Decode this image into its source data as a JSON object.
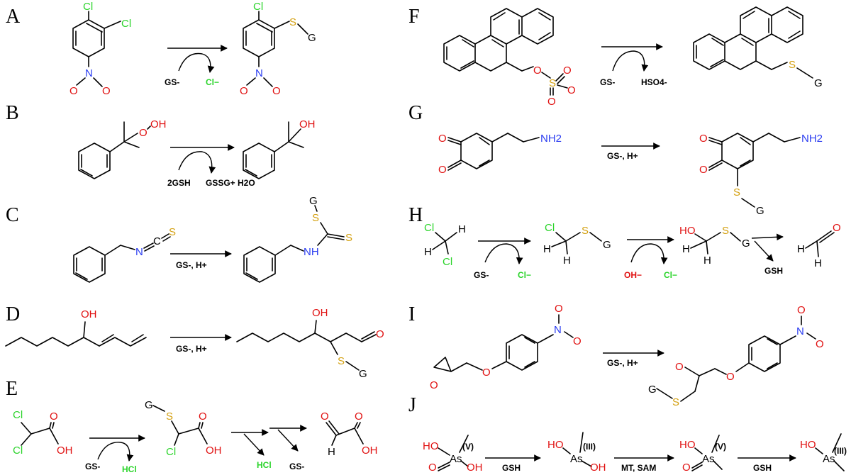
{
  "panels": [
    "A",
    "B",
    "C",
    "D",
    "E",
    "F",
    "G",
    "H",
    "I",
    "J"
  ],
  "atoms": {
    "cl": "Cl",
    "o": "O",
    "oh": "OH",
    "n": "N",
    "s": "S",
    "g": "G",
    "h": "H",
    "nh": "NH",
    "nh2": "NH2",
    "as": "As",
    "ho": "HO",
    "c": "C"
  },
  "ox": {
    "v": "(V)",
    "iii": "(III)"
  },
  "reagents": {
    "gs": "GS-",
    "gs_h": "GS-, H+",
    "two_gsh": "2GSH",
    "gssg_h2o": "GSSG+ H2O",
    "cl_minus": "Cl−",
    "oh_minus": "OH−",
    "hcl": "HCl",
    "hso4": "HSO4-",
    "gsh": "GSH",
    "mt_sam": "MT, SAM"
  }
}
